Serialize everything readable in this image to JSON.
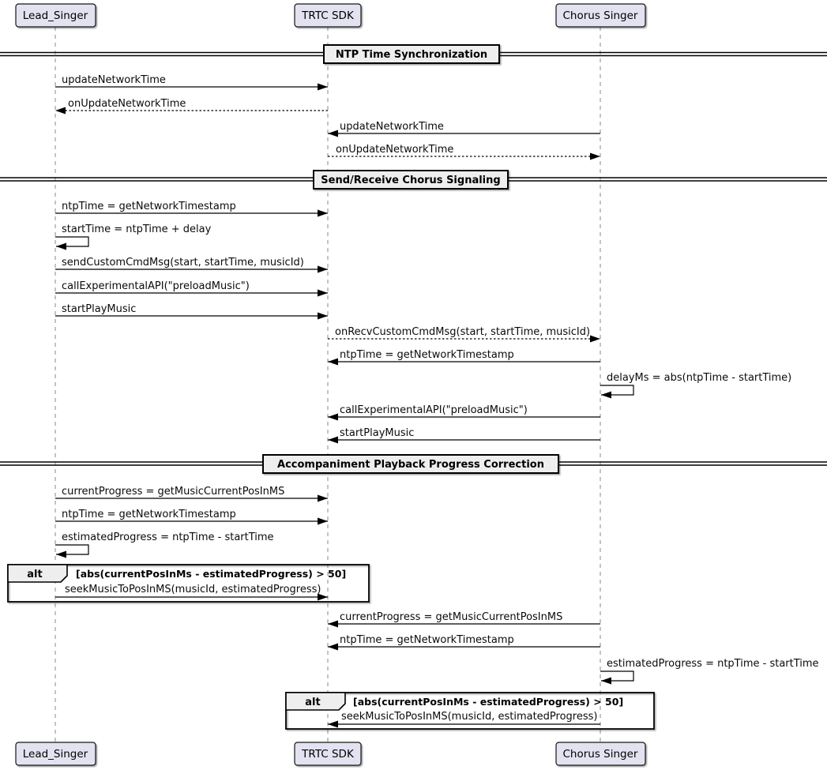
{
  "diagram_type": "sequence",
  "colors": {
    "participant_fill": "#E2E2F0",
    "participant_border": "#181818",
    "divider_fill": "#EEEEEE",
    "fragment_header_fill": "#EEEEEE",
    "line_color": "#000000",
    "lifeline_color": "#8a8a8a",
    "background": "#ffffff"
  },
  "participants": [
    {
      "name": "Lead_Singer"
    },
    {
      "name": "TRTC SDK"
    },
    {
      "name": "Chorus Singer"
    }
  ],
  "dividers": [
    {
      "title": "NTP Time Synchronization"
    },
    {
      "title": "Send/Receive Chorus Signaling"
    },
    {
      "title": "Accompaniment Playback Progress Correction"
    }
  ],
  "messages": [
    {
      "label": "updateNetworkTime",
      "from": "Lead_Singer",
      "to": "TRTC SDK",
      "style": "solid"
    },
    {
      "label": "onUpdateNetworkTime",
      "from": "TRTC SDK",
      "to": "Lead_Singer",
      "style": "dashed"
    },
    {
      "label": "updateNetworkTime",
      "from": "Chorus Singer",
      "to": "TRTC SDK",
      "style": "solid"
    },
    {
      "label": "onUpdateNetworkTime",
      "from": "TRTC SDK",
      "to": "Chorus Singer",
      "style": "dashed"
    },
    {
      "label": "ntpTime = getNetworkTimestamp",
      "from": "Lead_Singer",
      "to": "TRTC SDK",
      "style": "solid"
    },
    {
      "label": "startTime = ntpTime + delay",
      "from": "Lead_Singer",
      "to": "Lead_Singer",
      "style": "self"
    },
    {
      "label": "sendCustomCmdMsg(start, startTime, musicId)",
      "from": "Lead_Singer",
      "to": "TRTC SDK",
      "style": "solid"
    },
    {
      "label": "callExperimentalAPI(\"preloadMusic\")",
      "from": "Lead_Singer",
      "to": "TRTC SDK",
      "style": "solid"
    },
    {
      "label": "startPlayMusic",
      "from": "Lead_Singer",
      "to": "TRTC SDK",
      "style": "solid"
    },
    {
      "label": "onRecvCustomCmdMsg(start, startTime, musicId)",
      "from": "TRTC SDK",
      "to": "Chorus Singer",
      "style": "dashed"
    },
    {
      "label": "ntpTime = getNetworkTimestamp",
      "from": "Chorus Singer",
      "to": "TRTC SDK",
      "style": "solid"
    },
    {
      "label": "delayMs = abs(ntpTime - startTime)",
      "from": "Chorus Singer",
      "to": "Chorus Singer",
      "style": "self"
    },
    {
      "label": "callExperimentalAPI(\"preloadMusic\")",
      "from": "Chorus Singer",
      "to": "TRTC SDK",
      "style": "solid"
    },
    {
      "label": "startPlayMusic",
      "from": "Chorus Singer",
      "to": "TRTC SDK",
      "style": "solid"
    },
    {
      "label": "currentProgress = getMusicCurrentPosInMS",
      "from": "Lead_Singer",
      "to": "TRTC SDK",
      "style": "solid"
    },
    {
      "label": "ntpTime = getNetworkTimestamp",
      "from": "Lead_Singer",
      "to": "TRTC SDK",
      "style": "solid"
    },
    {
      "label": "estimatedProgress = ntpTime - startTime",
      "from": "Lead_Singer",
      "to": "Lead_Singer",
      "style": "self"
    },
    {
      "label": "seekMusicToPosInMS(musicId, estimatedProgress)",
      "from": "Lead_Singer",
      "to": "TRTC SDK",
      "style": "solid"
    },
    {
      "label": "currentProgress = getMusicCurrentPosInMS",
      "from": "Chorus Singer",
      "to": "TRTC SDK",
      "style": "solid"
    },
    {
      "label": "ntpTime = getNetworkTimestamp",
      "from": "Chorus Singer",
      "to": "TRTC SDK",
      "style": "solid"
    },
    {
      "label": "estimatedProgress = ntpTime - startTime",
      "from": "Chorus Singer",
      "to": "Chorus Singer",
      "style": "self"
    },
    {
      "label": "seekMusicToPosInMS(musicId, estimatedProgress)",
      "from": "Chorus Singer",
      "to": "TRTC SDK",
      "style": "solid"
    }
  ],
  "fragments": [
    {
      "operator": "alt",
      "condition": "[abs(currentPosInMs - estimatedProgress) > 50]"
    },
    {
      "operator": "alt",
      "condition": "[abs(currentPosInMs - estimatedProgress) > 50]"
    }
  ]
}
